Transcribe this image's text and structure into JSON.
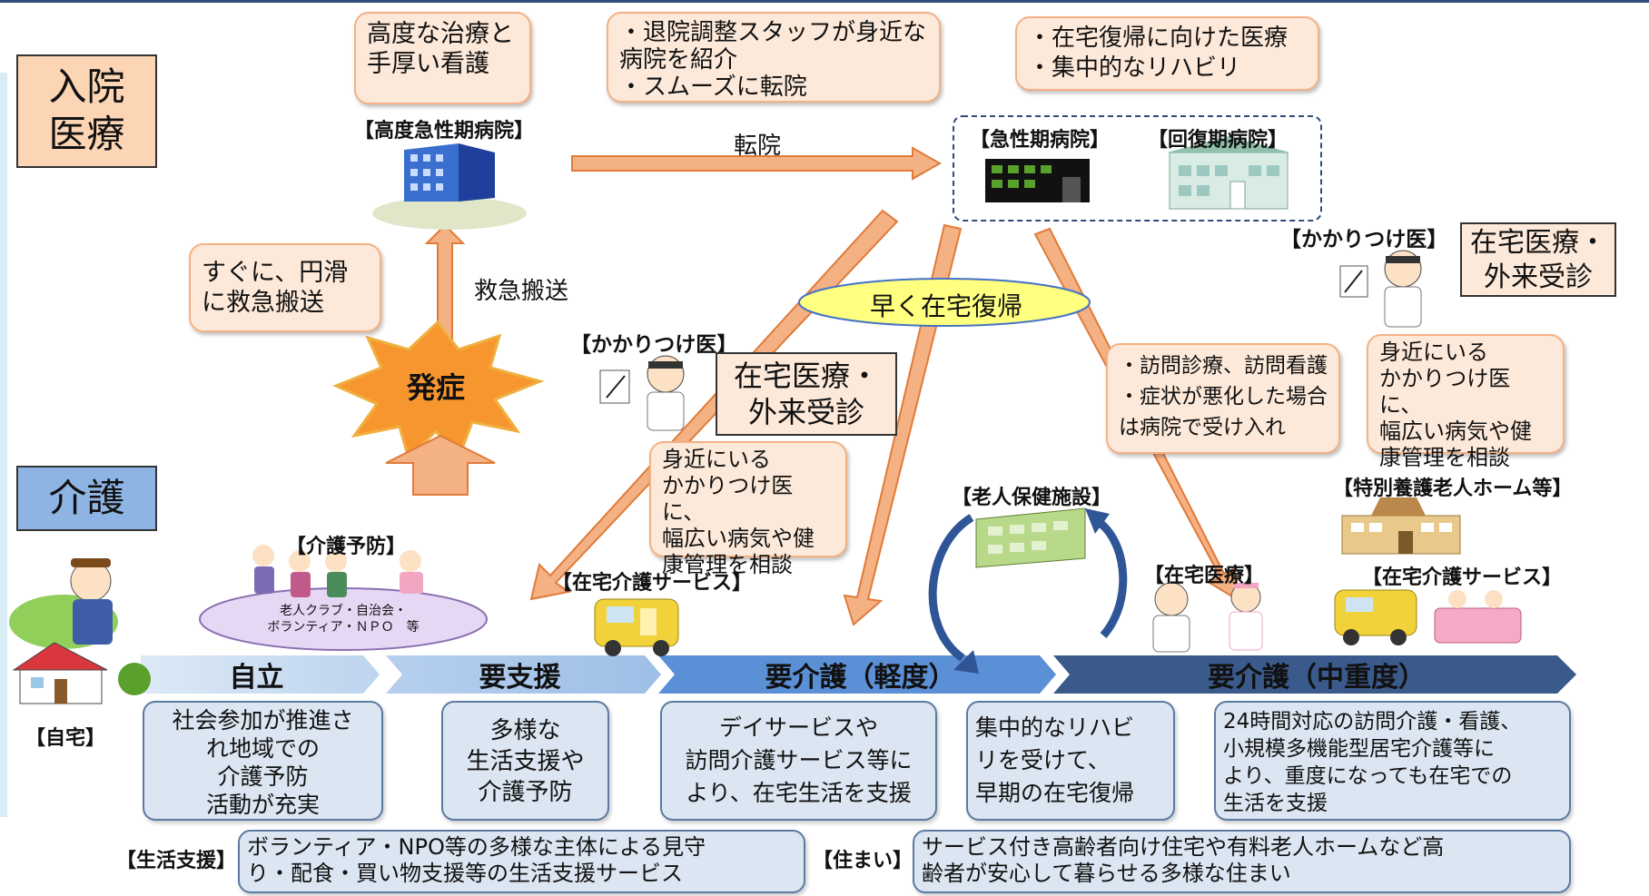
{
  "sections": {
    "hospital_title": "入院\n医療",
    "care_title": "介護"
  },
  "bubbles": {
    "advanced_care": "高度な治療と\n手厚い看護",
    "discharge": "・退院調整スタッフが身近な\n病院を紹介\n・スムーズに転院",
    "home_return": "・在宅復帰に向けた医療\n・集中的なリハビリ",
    "transport": "すぐに、円滑\nに救急搬送",
    "gp_center": "身近にいる\nかかりつけ医に、\n幅広い病気や健\n康管理を相談",
    "gp_right": "身近にいる\nかかりつけ医に、\n幅広い病気や健\n康管理を相談",
    "home_visit": "・訪問診療、訪問看護\n・症状が悪化した場合\nは病院で受け入れ"
  },
  "labels": {
    "advanced_hospital": "【高度急性期病院】",
    "acute_hospital": "【急性期病院】",
    "recovery_hospital": "【回復期病院】",
    "gp_center": "【かかりつけ医】",
    "gp_right": "【かかりつけ医】",
    "home_care_center": "【在宅介護サービス】",
    "home_care_right": "【在宅介護サービス】",
    "nursing_facility": "【老人保健施設】",
    "special_home": "【特別養護老人ホーム等】",
    "home_medical": "【在宅医療】",
    "care_prevention": "【介護予防】",
    "home": "【自宅】",
    "life_support": "【生活支援】",
    "housing": "【住まい】"
  },
  "texts": {
    "transfer": "転院",
    "emergency": "救急搬送",
    "onset": "発症",
    "early_return": "早く在宅復帰",
    "home_outpatient_center": "在宅医療・\n外来受診",
    "home_outpatient_right": "在宅医療・\n外来受診",
    "ellipse": "老人クラブ・自治会・\nボランティア・ＮＰＯ　等"
  },
  "stages": {
    "independent": "自立",
    "support": "要支援",
    "mild": "要介護（軽度）",
    "severe": "要介護（中重度）"
  },
  "descriptions": {
    "independent": "社会参加が推進さ\nれ地域での\n介護予防\n活動が充実",
    "support": "多様な\n生活支援や\n介護予防",
    "mild": "デイサービスや\n訪問介護サービス等に\nより、在宅生活を支援",
    "rehab": "集中的なリハビ\nリを受けて、\n早期の在宅復帰",
    "severe": "24時間対応の訪問介護・看護、\n小規模多機能型居宅介護等に\nより、重度になっても在宅での\n生活を支援"
  },
  "bottom": {
    "life_support": "ボランティア・NPO等の多様な主体による見守\nり・配食・買い物支援等の生活支援サービス",
    "housing": "サービス付き高齢者向け住宅や有料老人ホームなど高\n齢者が安心して暮らせる多様な住まい"
  },
  "colors": {
    "orange_arrow": "#f4b183",
    "orange_edge": "#e07b39",
    "stage_light": "#bdd7ee",
    "stage_mid": "#9dc3e6",
    "stage_dark": "#4472c4",
    "stage_darkest": "#2e4d7a"
  }
}
